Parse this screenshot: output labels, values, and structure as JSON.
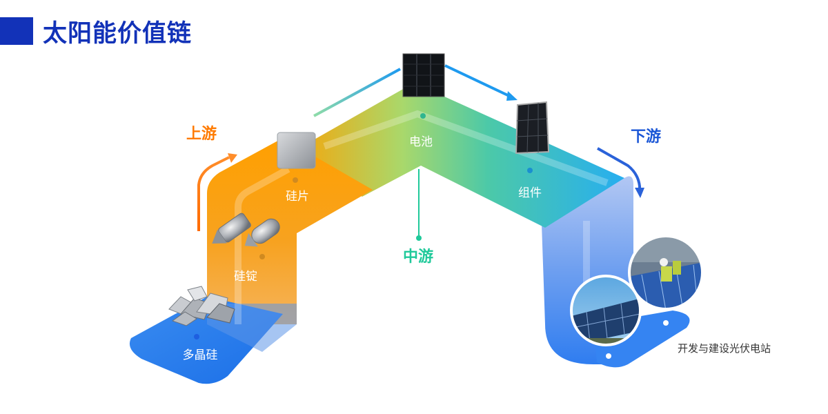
{
  "title": "太阳能价值链",
  "stages": {
    "upstream": "上游",
    "midstream": "中游",
    "downstream": "下游"
  },
  "nodes": {
    "polysilicon": "多晶硅",
    "ingot": "硅锭",
    "wafer": "硅片",
    "cell": "电池",
    "module": "组件"
  },
  "caption": "开发与建设光伏电站",
  "colors": {
    "title": "#1232b8",
    "upstream": "#ff7a00",
    "midstream": "#1fc99a",
    "downstream": "#1a56d6"
  }
}
